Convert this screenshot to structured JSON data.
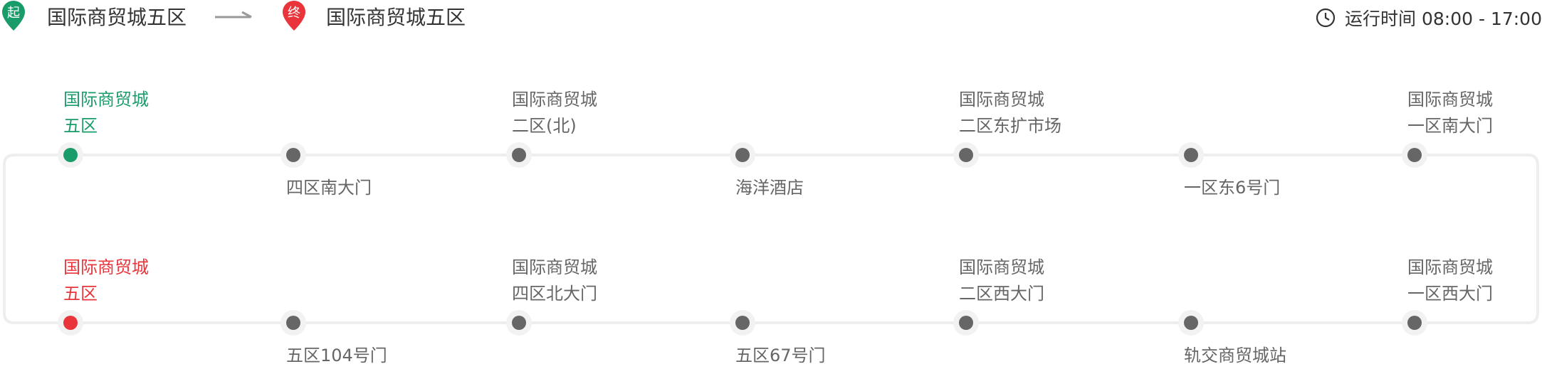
{
  "header": {
    "start_badge": "起",
    "start_name": "国际商贸城五区",
    "end_badge": "终",
    "end_name": "国际商贸城五区",
    "hours_text": "运行时间 08:00 - 17:00"
  },
  "colors": {
    "start": "#1a9b6a",
    "end": "#e8343a",
    "stop": "#666666",
    "line": "#eeeeee",
    "arrow": "#999999"
  },
  "icons": {
    "start_pin": "start-pin-icon",
    "end_pin": "end-pin-icon",
    "arrow": "arrow-right-icon",
    "clock": "clock-icon"
  },
  "route": {
    "row1": [
      {
        "line1": "国际商贸城",
        "line2": "五区"
      },
      {
        "line1": "四区南大门",
        "line2": ""
      },
      {
        "line1": "国际商贸城",
        "line2": "二区(北)"
      },
      {
        "line1": "海洋酒店",
        "line2": ""
      },
      {
        "line1": "国际商贸城",
        "line2": "二区东扩市场"
      },
      {
        "line1": "一区东6号门",
        "line2": ""
      },
      {
        "line1": "国际商贸城",
        "line2": "一区南大门"
      }
    ],
    "row2": [
      {
        "line1": "国际商贸城",
        "line2": "五区"
      },
      {
        "line1": "五区104号门",
        "line2": ""
      },
      {
        "line1": "国际商贸城",
        "line2": "四区北大门"
      },
      {
        "line1": "五区67号门",
        "line2": ""
      },
      {
        "line1": "国际商贸城",
        "line2": "二区西大门"
      },
      {
        "line1": "轨交商贸城站",
        "line2": ""
      },
      {
        "line1": "国际商贸城",
        "line2": "一区西大门"
      }
    ]
  }
}
